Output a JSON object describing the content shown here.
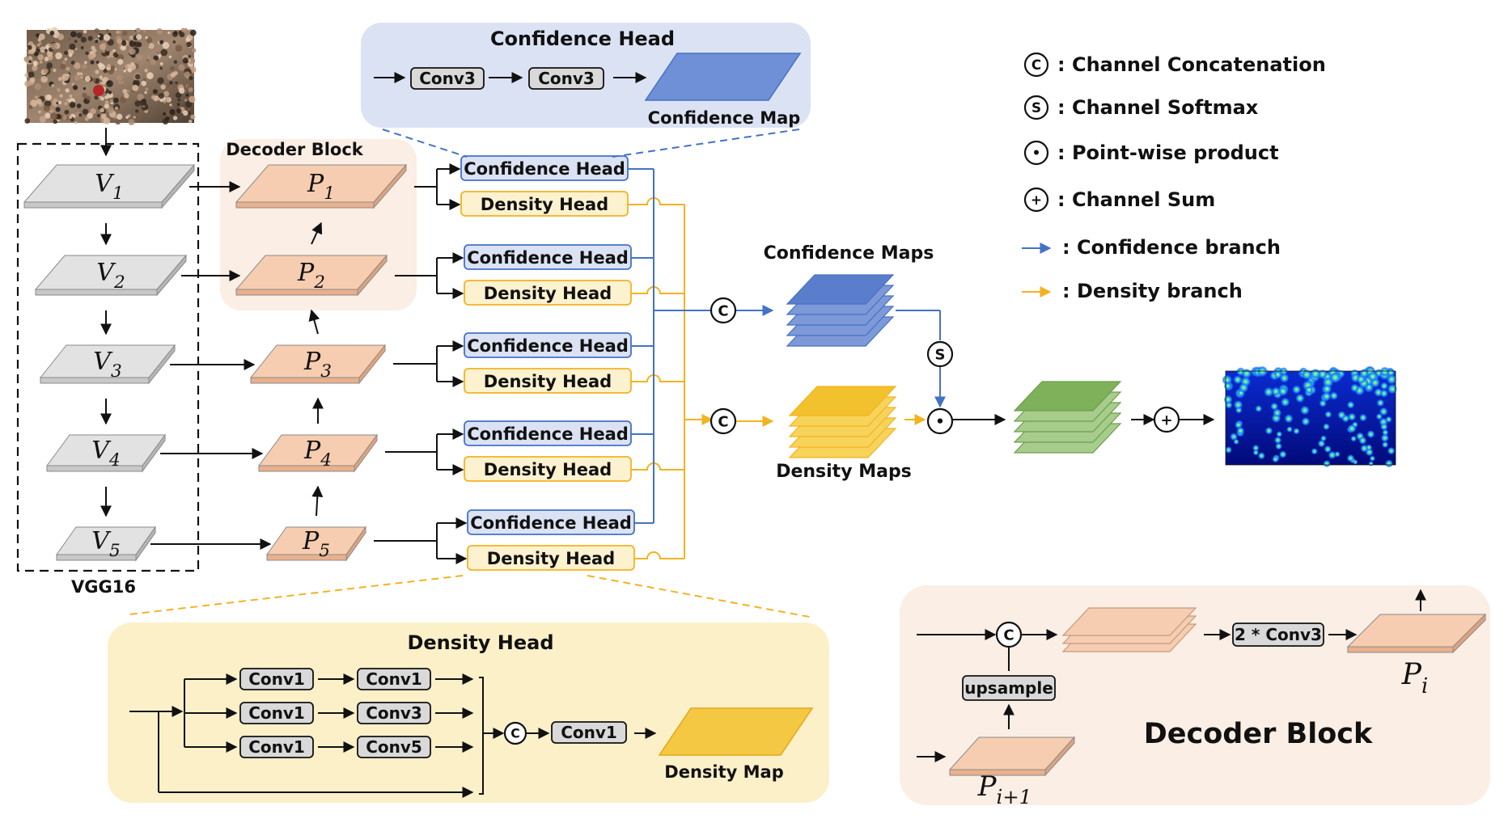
{
  "legend": {
    "concat": {
      "symbol": "C",
      "text": ": Channel Concatenation"
    },
    "softmax": {
      "symbol": "S",
      "text": ": Channel Softmax"
    },
    "pointwise": {
      "symbol": "•",
      "text": ": Point-wise product"
    },
    "sum": {
      "symbol": "+",
      "text": ": Channel Sum"
    },
    "confidence_branch": ": Confidence branch",
    "density_branch": ": Density branch"
  },
  "backbone": {
    "label": "VGG16",
    "layers": [
      {
        "letter": "V",
        "sub": "1"
      },
      {
        "letter": "V",
        "sub": "2"
      },
      {
        "letter": "V",
        "sub": "3"
      },
      {
        "letter": "V",
        "sub": "4"
      },
      {
        "letter": "V",
        "sub": "5"
      }
    ]
  },
  "decoder": {
    "label": "Decoder Block",
    "layers": [
      {
        "letter": "P",
        "sub": "1"
      },
      {
        "letter": "P",
        "sub": "2"
      },
      {
        "letter": "P",
        "sub": "3"
      },
      {
        "letter": "P",
        "sub": "4"
      },
      {
        "letter": "P",
        "sub": "5"
      }
    ]
  },
  "heads": {
    "confidence": "Confidence Head",
    "density": "Density Head"
  },
  "confidence_head_detail": {
    "title": "Confidence Head",
    "conv_a": "Conv3",
    "conv_b": "Conv3",
    "output": "Confidence Map"
  },
  "density_head_detail": {
    "title": "Density Head",
    "rows": [
      {
        "a": "Conv1",
        "b": "Conv1"
      },
      {
        "a": "Conv1",
        "b": "Conv3"
      },
      {
        "a": "Conv1",
        "b": "Conv5"
      }
    ],
    "concat_symbol": "C",
    "final_conv": "Conv1",
    "output": "Density Map"
  },
  "fusion": {
    "confidence_maps": "Confidence Maps",
    "density_maps": "Density Maps",
    "concat_symbol": "C",
    "softmax_symbol": "S",
    "product_symbol": "•",
    "sum_symbol": "+"
  },
  "decoder_block_detail": {
    "title": "Decoder Block",
    "concat_symbol": "C",
    "conv": "2 * Conv3",
    "upsample": "upsample",
    "out_letter": "P",
    "out_sub": "i",
    "in_letter": "P",
    "in_sub": "i+1"
  },
  "colors": {
    "confidence": "#4472c4",
    "density": "#f2b321",
    "decoder": "#f4c7a8",
    "backbone": "#d9d9d9",
    "fused": "#8fbf6a"
  }
}
